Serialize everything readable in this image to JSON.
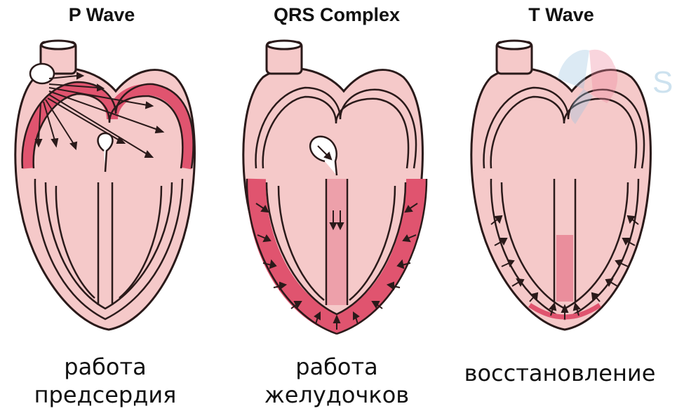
{
  "panels": [
    {
      "title": "P Wave",
      "caption_line1": "работа",
      "caption_line2": "предсердия"
    },
    {
      "title": "QRS Complex",
      "caption_line1": "работа",
      "caption_line2": "желудочков"
    },
    {
      "title": "T Wave",
      "caption_line1": "восстановление",
      "caption_line2": ""
    }
  ],
  "watermark_text": "S",
  "colors": {
    "tissue": "#f5c9c9",
    "active": "#e0546f",
    "outline": "#2a1a1a",
    "background": "#ffffff"
  },
  "icons": [
    "arrow-icon",
    "sa-node-icon",
    "av-node-icon"
  ]
}
